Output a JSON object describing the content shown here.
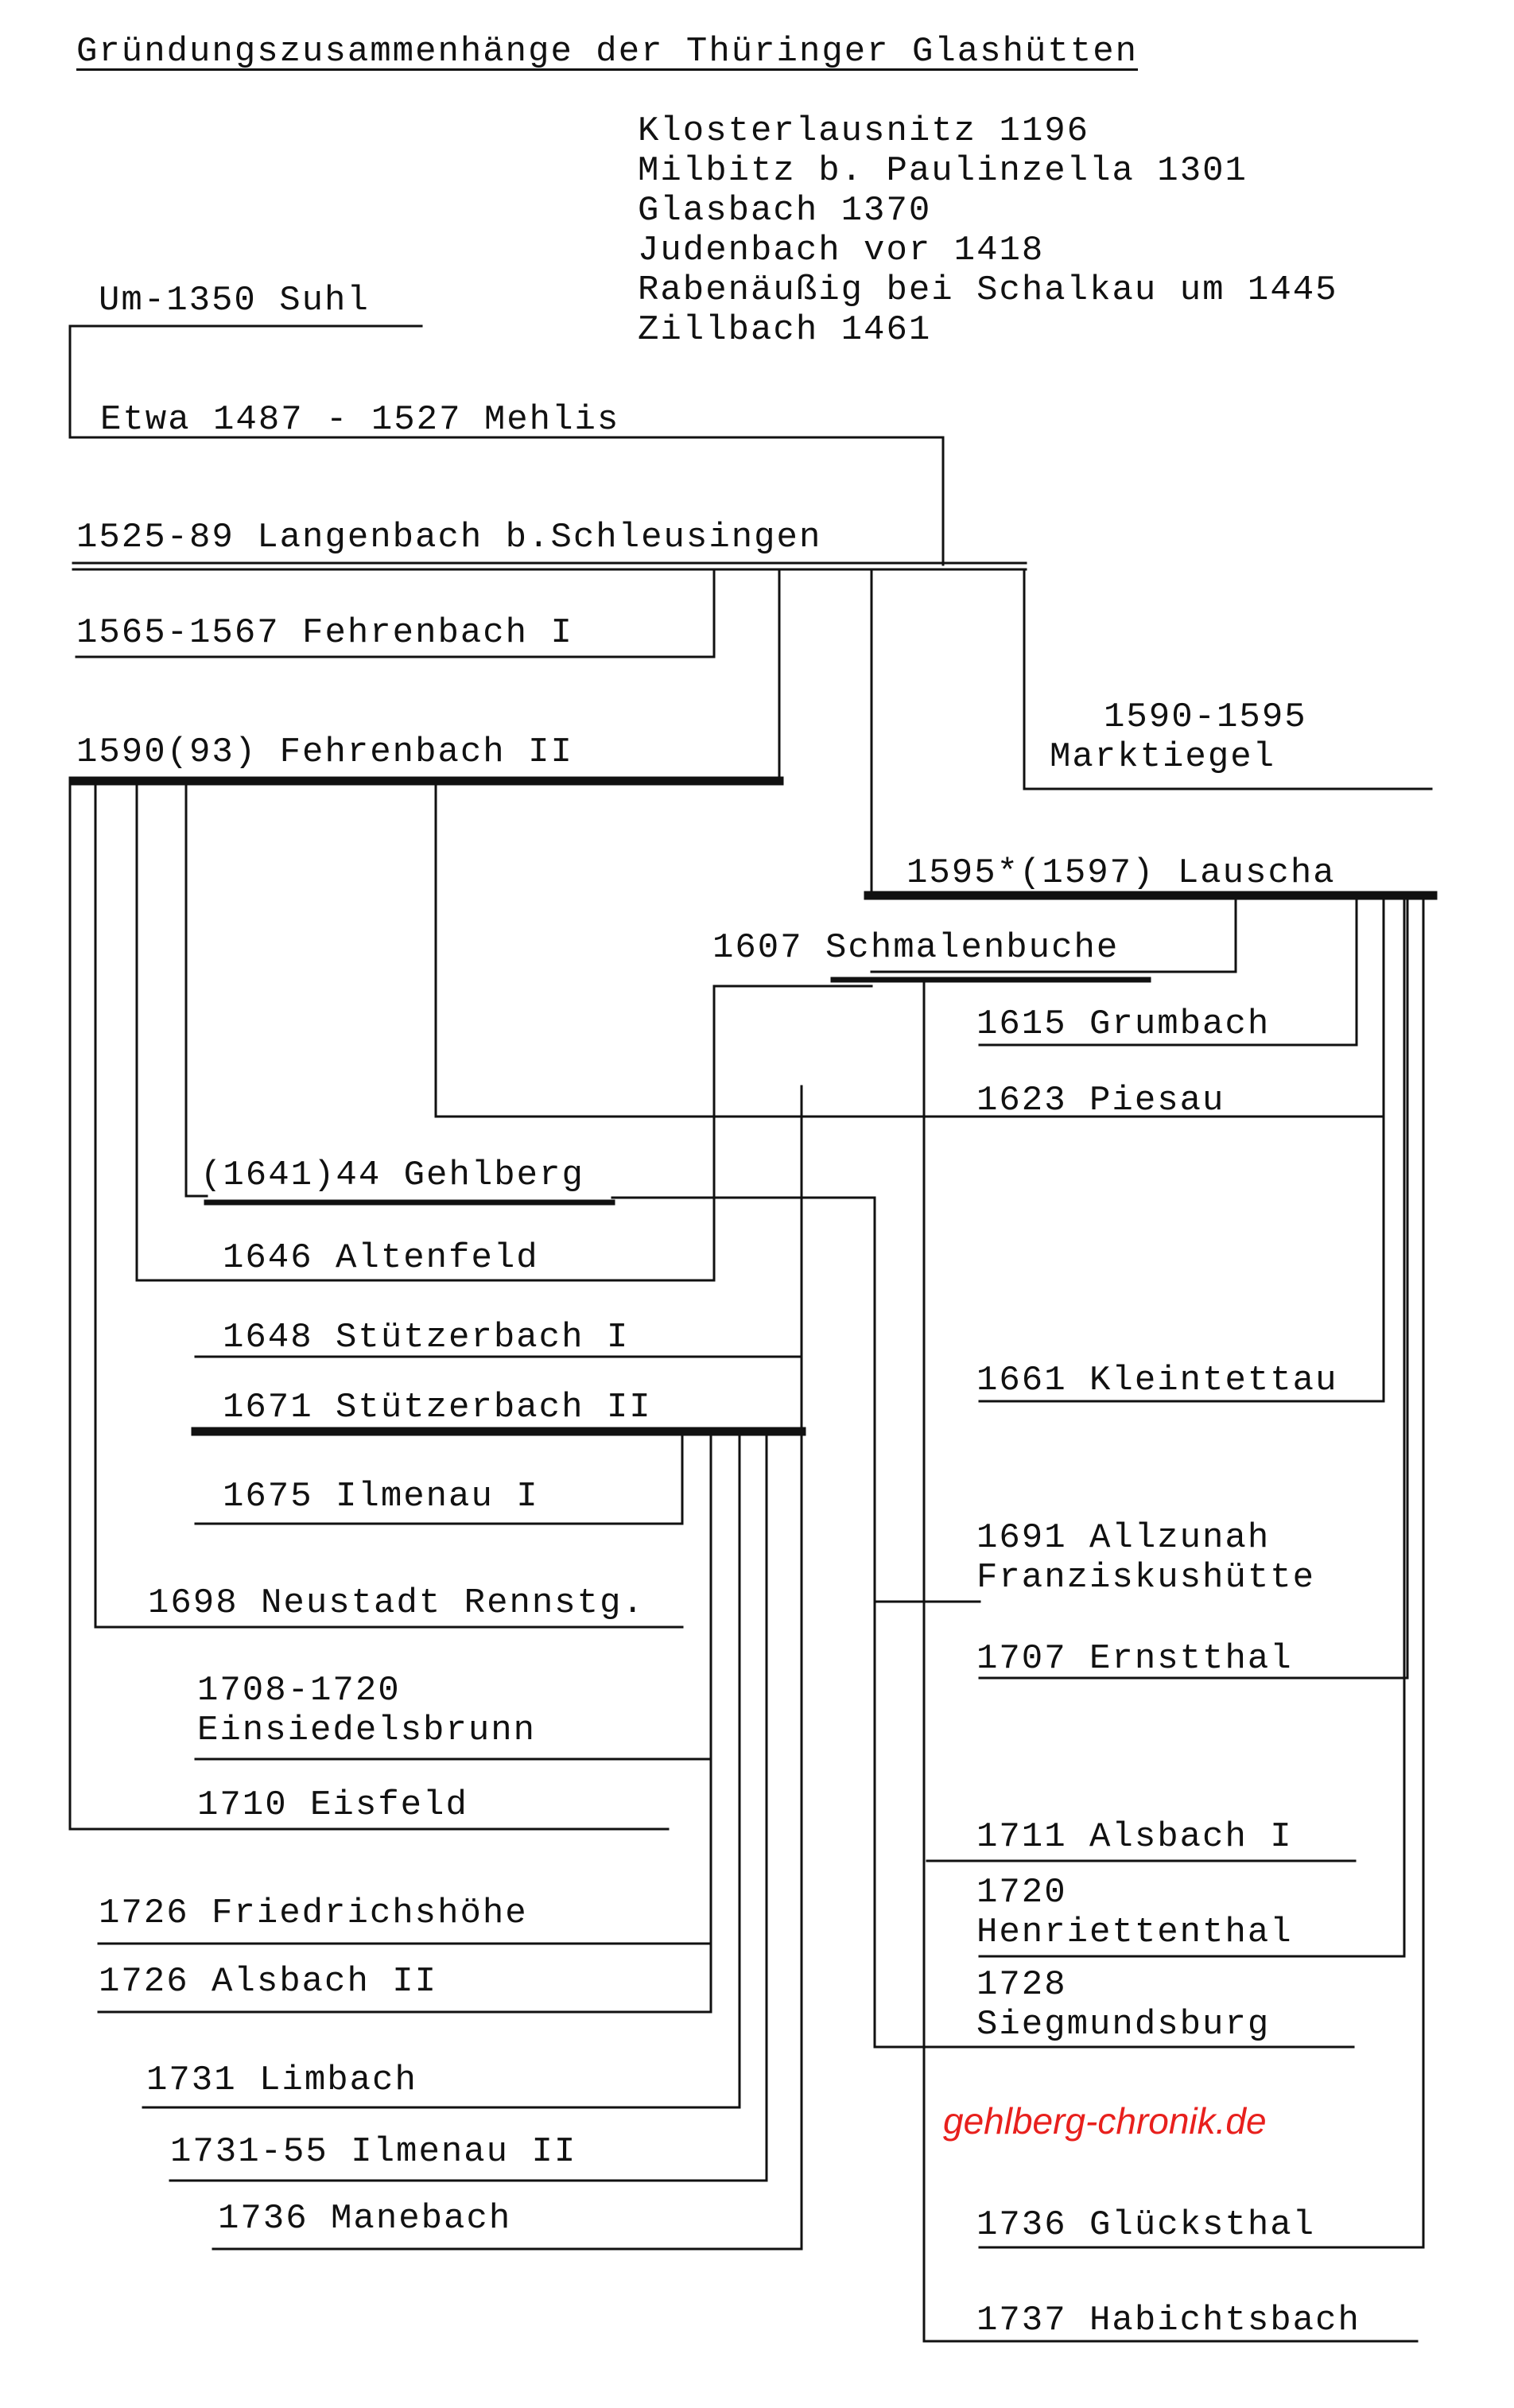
{
  "title": "Gründungszusammenhänge der Thüringer Glashütten",
  "early_sites": [
    "Klosterlausnitz 1196",
    "Milbitz b. Paulinzella 1301",
    "Glasbach 1370",
    "Judenbach vor 1418",
    "Rabenäußig bei Schalkau um 1445",
    "Zillbach 1461"
  ],
  "nodes": {
    "suhl": "Um-1350 Suhl",
    "mehlis": "Etwa 1487 - 1527 Mehlis",
    "langenbach": "1525-89 Langenbach b.Schleusingen",
    "fehrenbach1": "1565-1567 Fehrenbach I",
    "fehrenbach2": "1590(93) Fehrenbach II",
    "marktiegel_year": "1590-1595",
    "marktiegel_name": "Marktiegel",
    "lauscha": "1595*(1597) Lauscha",
    "schmalenbuche": "1607 Schmalenbuche",
    "grumbach": "1615 Grumbach",
    "piesau": "1623 Piesau",
    "gehlberg": "(1641)44 Gehlberg",
    "altenfeld": "1646 Altenfeld",
    "stuetzerbach1": "1648 Stützerbach I",
    "stuetzerbach2": "1671 Stützerbach II",
    "kleintettau": "1661 Kleintettau",
    "ilmenau1": "1675 Ilmenau I",
    "allzunah1": "1691 Allzunah",
    "allzunah2": "Franziskushütte",
    "neustadt": "1698 Neustadt Rennstg.",
    "ernstthal": "1707 Ernstthal",
    "einsiedelsbrunn_year": "1708-1720",
    "einsiedelsbrunn_name": "Einsiedelsbrunn",
    "eisfeld": "1710 Eisfeld",
    "alsbach1": "1711 Alsbach I",
    "henriettenthal_year": "1720",
    "henriettenthal_name": "Henriettenthal",
    "friedrichshoehe": "1726 Friedrichshöhe",
    "alsbach2": "1726 Alsbach II",
    "siegmundsburg_year": "1728",
    "siegmundsburg_name": "Siegmundsburg",
    "limbach": "1731 Limbach",
    "ilmenau2": "1731-55 Ilmenau II",
    "manebach": "1736 Manebach",
    "glueckstal": "1736 Glücksthal",
    "habichtsbach": "1737 Habichtsbach"
  },
  "watermark": "gehlberg-chronik.de",
  "colors": {
    "ink": "#111111",
    "watermark": "#e8201d"
  }
}
